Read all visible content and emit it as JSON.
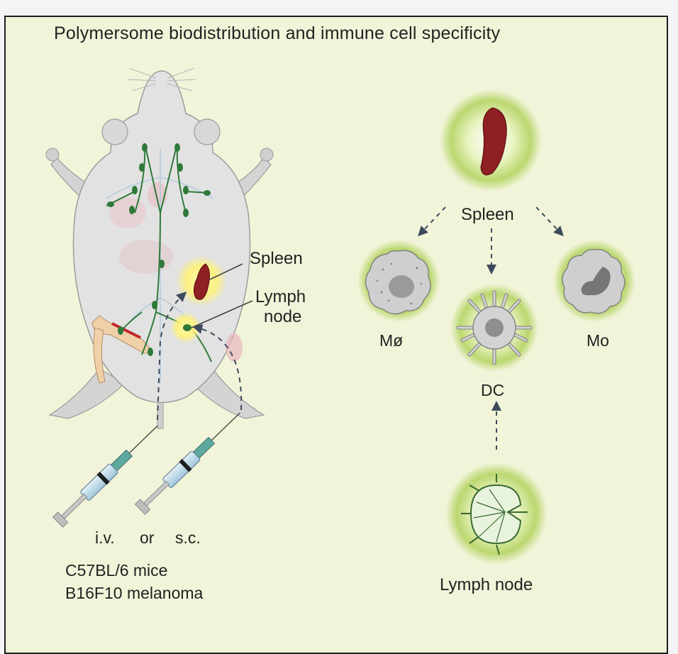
{
  "title": "Polymersome biodistribution and immune cell specificity",
  "mouse_labels": {
    "spleen": "Spleen",
    "lymph_node_line1": "Lymph",
    "lymph_node_line2": "node"
  },
  "injection": {
    "iv": "i.v.",
    "or": "or",
    "sc": "s.c."
  },
  "model": {
    "line1": "C57BL/6 mice",
    "line2": "B16F10 melanoma"
  },
  "organs": {
    "spleen": "Spleen",
    "lymph_node": "Lymph node"
  },
  "cells": {
    "macrophage": "Mø",
    "dendritic_cell": "DC",
    "monocyte": "Mo"
  },
  "colors": {
    "panel_background": "#f1f4d9",
    "border": "#1e1e1e",
    "spleen": "#8e1f22",
    "lymphatics": "#2f7a3a",
    "halo_green": "#b7d66a",
    "halo_yellow": "#fff27a",
    "arrow": "#3d4a5c",
    "cell_gray": "#c9c9c9"
  }
}
